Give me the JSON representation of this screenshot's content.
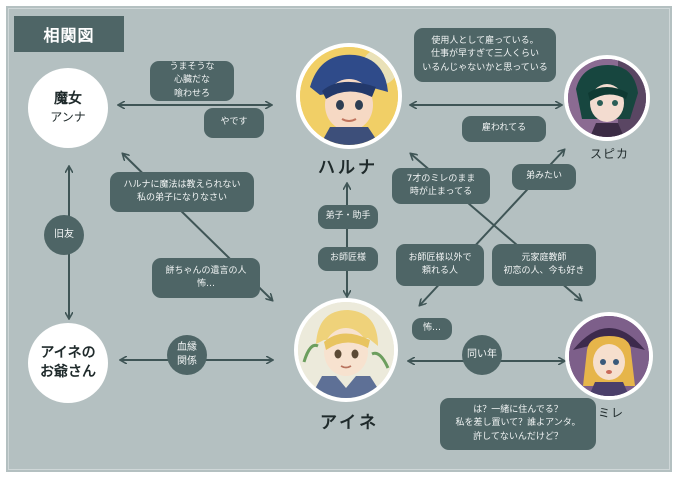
{
  "title": "相関図",
  "nodes": {
    "majo": {
      "line1": "魔女",
      "line2": "アンナ"
    },
    "grandpa": {
      "line1": "アイネの",
      "line2": "お爺さん"
    },
    "haruna": {
      "name": "ハルナ"
    },
    "aine": {
      "name": "アイネ"
    },
    "spica": {
      "name": "スピカ"
    },
    "mire": {
      "name": "ミレ"
    }
  },
  "bubbles": {
    "umasou": "うまそうな\n心臓だな\n喰わせろ",
    "yadesu": "やです",
    "shiyounin": "使用人として雇っている。\n仕事が早すぎて三人くらい\nいるんじゃないかと思っている",
    "yatowareteru": "雇われてる",
    "mahou": "ハルナに魔法は教えられない\n私の弟子になりなさい",
    "deshi": "弟子・助手",
    "oshishou": "お師匠様",
    "nanasai": "7才のミレのまま\n時が止まってる",
    "otouto": "弟みたい",
    "izon": "お師匠様以外で\n頼れる人",
    "motokatei": "元家庭教師\n初恋の人、今も好き",
    "mochan": "餅ちゃんの遺言の人\n怖…",
    "kowai": "怖…",
    "mirebubble": "は？一緒に住んでる？\n私を差し置いて？誰よアンタ。\n許してないんだけど？"
  },
  "labels": {
    "kyuyu": "旧友",
    "ketsuen": "血縁\n関係",
    "onaidoshi": "同い年"
  },
  "colors": {
    "background": "#b4c0c1",
    "panel": "#4e6566",
    "line": "#3f5556",
    "node": "#ffffff"
  }
}
